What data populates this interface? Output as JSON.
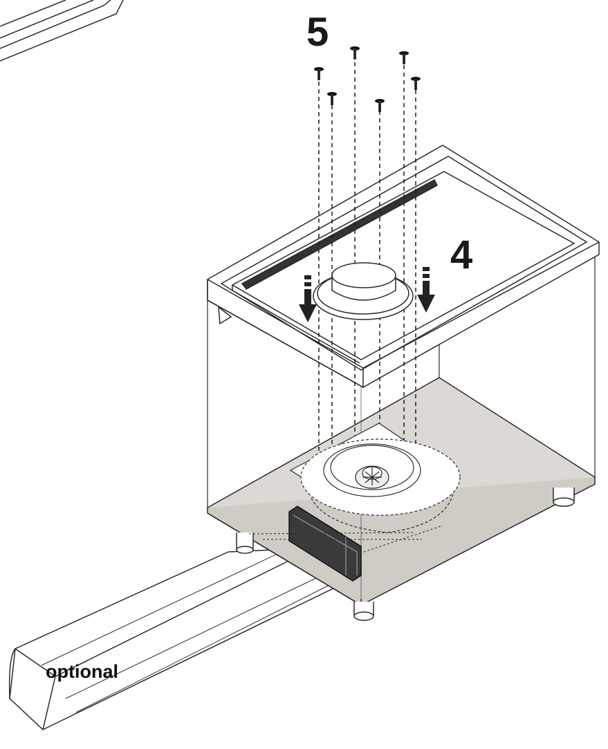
{
  "labels": {
    "step_top": "5",
    "step_side": "4",
    "optional": "optional"
  },
  "colors": {
    "line": "#2a2a2a",
    "panel_fill": "#dcd9d4",
    "box_fill": "#ffffff",
    "strap_fill": "#3a3a3a"
  },
  "icons": [
    "screw-icon",
    "arrow-down-icon"
  ]
}
